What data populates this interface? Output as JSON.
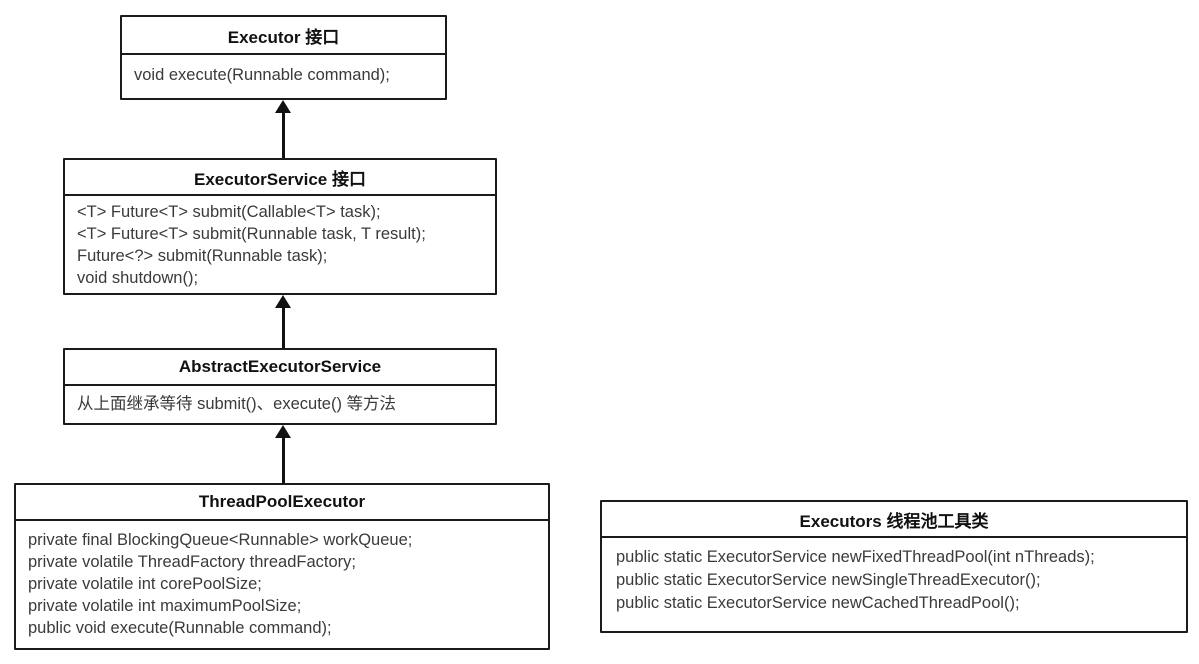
{
  "diagram": {
    "colors": {
      "border": "#1b1b1b",
      "background": "#ffffff",
      "text": "#3a3a3a"
    },
    "boxes": [
      {
        "title": "Executor 接口",
        "lines": [
          "void execute(Runnable command);"
        ]
      },
      {
        "title": "ExecutorService 接口",
        "lines": [
          "<T> Future<T> submit(Callable<T> task);",
          "<T> Future<T> submit(Runnable task, T result);",
          "Future<?> submit(Runnable task);",
          "void shutdown();"
        ]
      },
      {
        "title": "AbstractExecutorService",
        "lines": [
          "从上面继承等待 submit()、execute() 等方法"
        ]
      },
      {
        "title": "ThreadPoolExecutor",
        "lines": [
          "private final BlockingQueue<Runnable> workQueue;",
          "private volatile ThreadFactory threadFactory;",
          "private volatile int corePoolSize;",
          "private volatile int maximumPoolSize;",
          "public void execute(Runnable command);"
        ]
      },
      {
        "title": "Executors 线程池工具类",
        "lines": [
          "public static ExecutorService newFixedThreadPool(int nThreads);",
          "public static ExecutorService newSingleThreadExecutor();",
          "public static ExecutorService newCachedThreadPool();"
        ]
      }
    ]
  }
}
